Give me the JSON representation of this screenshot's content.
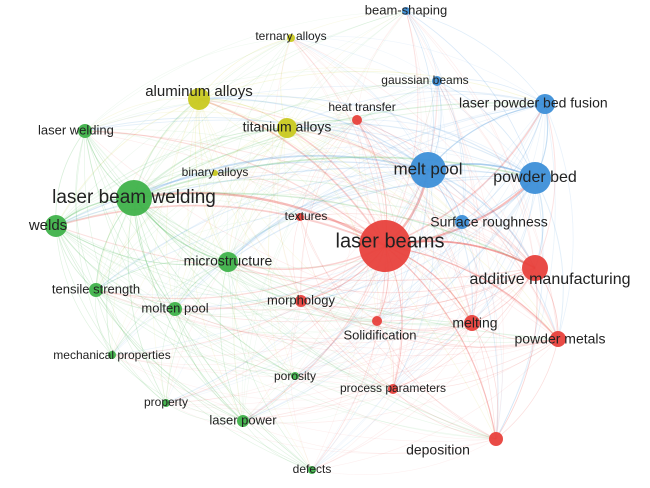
{
  "colors": {
    "red": "#e8413c",
    "green": "#3fb24a",
    "blue": "#3d8fd8",
    "yellow": "#c9c920"
  },
  "nodes": [
    {
      "id": "beam-shaping",
      "label": "beam-shaping",
      "cluster": "blue"
    },
    {
      "id": "ternary-alloys",
      "label": "ternary alloys",
      "cluster": "yellow"
    },
    {
      "id": "gaussian-beams",
      "label": "gaussian beams",
      "cluster": "blue"
    },
    {
      "id": "aluminum-alloys",
      "label": "aluminum alloys",
      "cluster": "yellow"
    },
    {
      "id": "laser-powder-bed-fusion",
      "label": "laser powder bed fusion",
      "cluster": "blue"
    },
    {
      "id": "heat-transfer",
      "label": "heat transfer",
      "cluster": "red"
    },
    {
      "id": "laser-welding",
      "label": "laser welding",
      "cluster": "green"
    },
    {
      "id": "titanium-alloys",
      "label": "titanium alloys",
      "cluster": "yellow"
    },
    {
      "id": "melt-pool",
      "label": "melt pool",
      "cluster": "blue"
    },
    {
      "id": "powder-bed",
      "label": "powder bed",
      "cluster": "blue"
    },
    {
      "id": "binary-alloys",
      "label": "binary alloys",
      "cluster": "yellow"
    },
    {
      "id": "laser-beam-welding",
      "label": "laser beam welding",
      "cluster": "green"
    },
    {
      "id": "textures",
      "label": "textures",
      "cluster": "red"
    },
    {
      "id": "surface-roughness",
      "label": "Surface roughness",
      "cluster": "blue"
    },
    {
      "id": "welds",
      "label": "welds",
      "cluster": "green"
    },
    {
      "id": "laser-beams",
      "label": "laser beams",
      "cluster": "red"
    },
    {
      "id": "microstructure",
      "label": "microstructure",
      "cluster": "green"
    },
    {
      "id": "additive-manufacturing",
      "label": "additive manufacturing",
      "cluster": "red"
    },
    {
      "id": "tensile-strength",
      "label": "tensile strength",
      "cluster": "green"
    },
    {
      "id": "morphology",
      "label": "morphology",
      "cluster": "red"
    },
    {
      "id": "molten-pool",
      "label": "molten pool",
      "cluster": "green"
    },
    {
      "id": "melting",
      "label": "melting",
      "cluster": "red"
    },
    {
      "id": "solidification",
      "label": "Solidification",
      "cluster": "red"
    },
    {
      "id": "powder-metals",
      "label": "powder metals",
      "cluster": "red"
    },
    {
      "id": "mechanical-properties",
      "label": "mechanical properties",
      "cluster": "green"
    },
    {
      "id": "porosity",
      "label": "porosity",
      "cluster": "green"
    },
    {
      "id": "process-parameters",
      "label": "process parameters",
      "cluster": "red"
    },
    {
      "id": "property",
      "label": "property",
      "cluster": "green"
    },
    {
      "id": "laser-power",
      "label": "laser power",
      "cluster": "green"
    },
    {
      "id": "deposition",
      "label": "deposition",
      "cluster": "red"
    },
    {
      "id": "defects",
      "label": "defects",
      "cluster": "green"
    }
  ]
}
